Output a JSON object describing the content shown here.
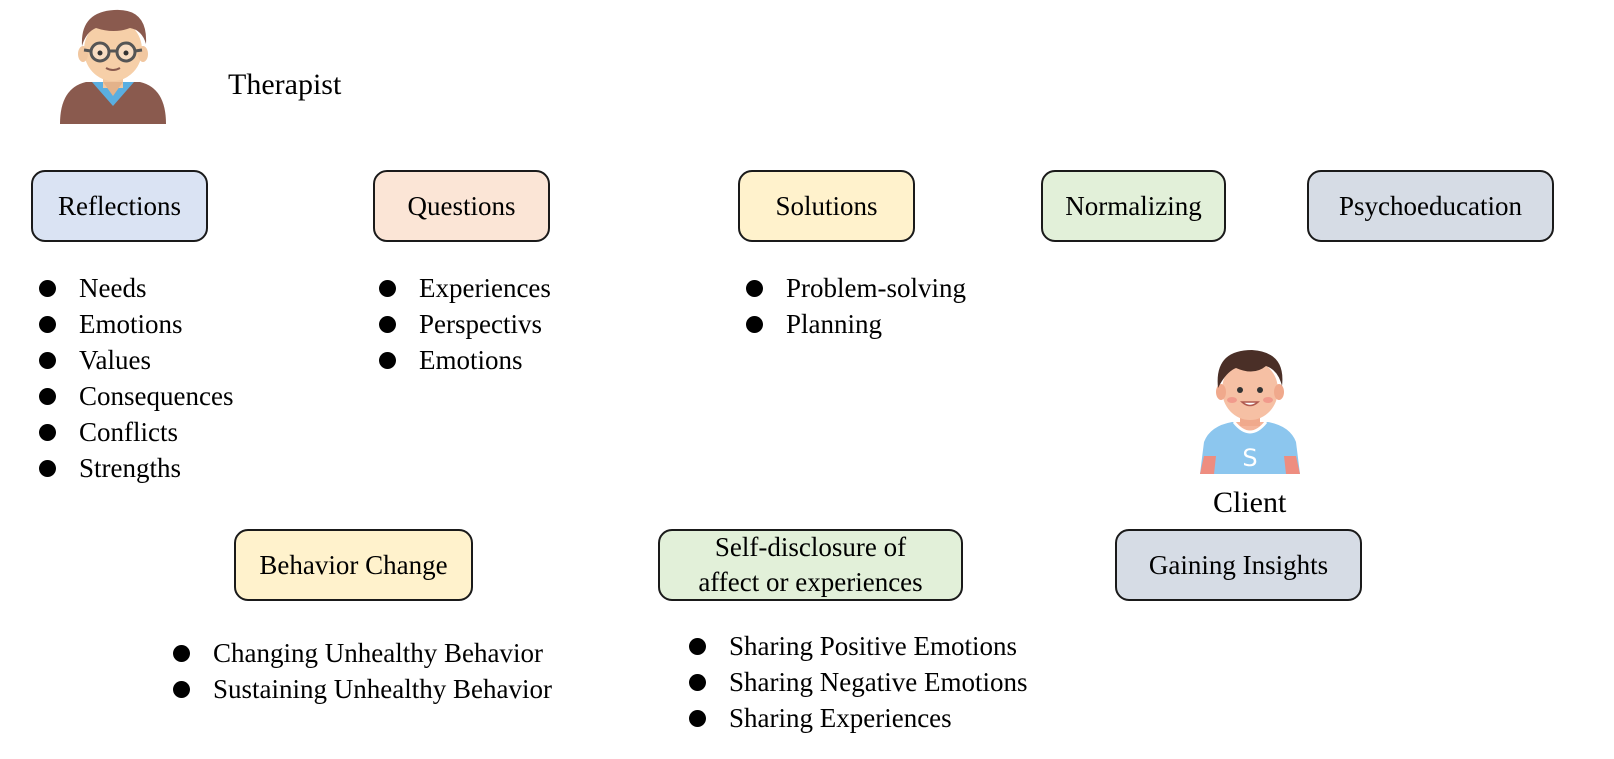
{
  "therapist": {
    "label": "Therapist",
    "icon": "therapist-avatar-icon"
  },
  "client": {
    "label": "Client",
    "icon": "client-avatar-icon"
  },
  "categories": [
    {
      "key": "reflections",
      "label": "Reflections",
      "color": "#dae3f3",
      "items": [
        "Needs",
        "Emotions",
        "Values",
        "Consequences",
        "Conflicts",
        "Strengths"
      ]
    },
    {
      "key": "questions",
      "label": "Questions",
      "color": "#fbe5d6",
      "items": [
        "Experiences",
        "Perspectivs",
        "Emotions"
      ]
    },
    {
      "key": "solutions",
      "label": "Solutions",
      "color": "#fff2cc",
      "items": [
        "Problem-solving",
        "Planning"
      ]
    },
    {
      "key": "normalizing",
      "label": "Normalizing",
      "color": "#e2f0d9",
      "items": []
    },
    {
      "key": "psychoeducation",
      "label": "Psychoeducation",
      "color": "#d6dce5",
      "items": []
    },
    {
      "key": "behavior_change",
      "label": "Behavior Change",
      "color": "#fff2cc",
      "items": [
        "Changing Unhealthy Behavior",
        "Sustaining Unhealthy Behavior"
      ]
    },
    {
      "key": "self_disclosure",
      "label_lines": [
        "Self-disclosure of",
        "affect or experiences"
      ],
      "color": "#e2f0d9",
      "items": [
        "Sharing Positive Emotions",
        "Sharing Negative Emotions",
        "Sharing Experiences"
      ]
    },
    {
      "key": "gaining_insights",
      "label": "Gaining Insights",
      "color": "#d6dce5",
      "items": []
    }
  ]
}
